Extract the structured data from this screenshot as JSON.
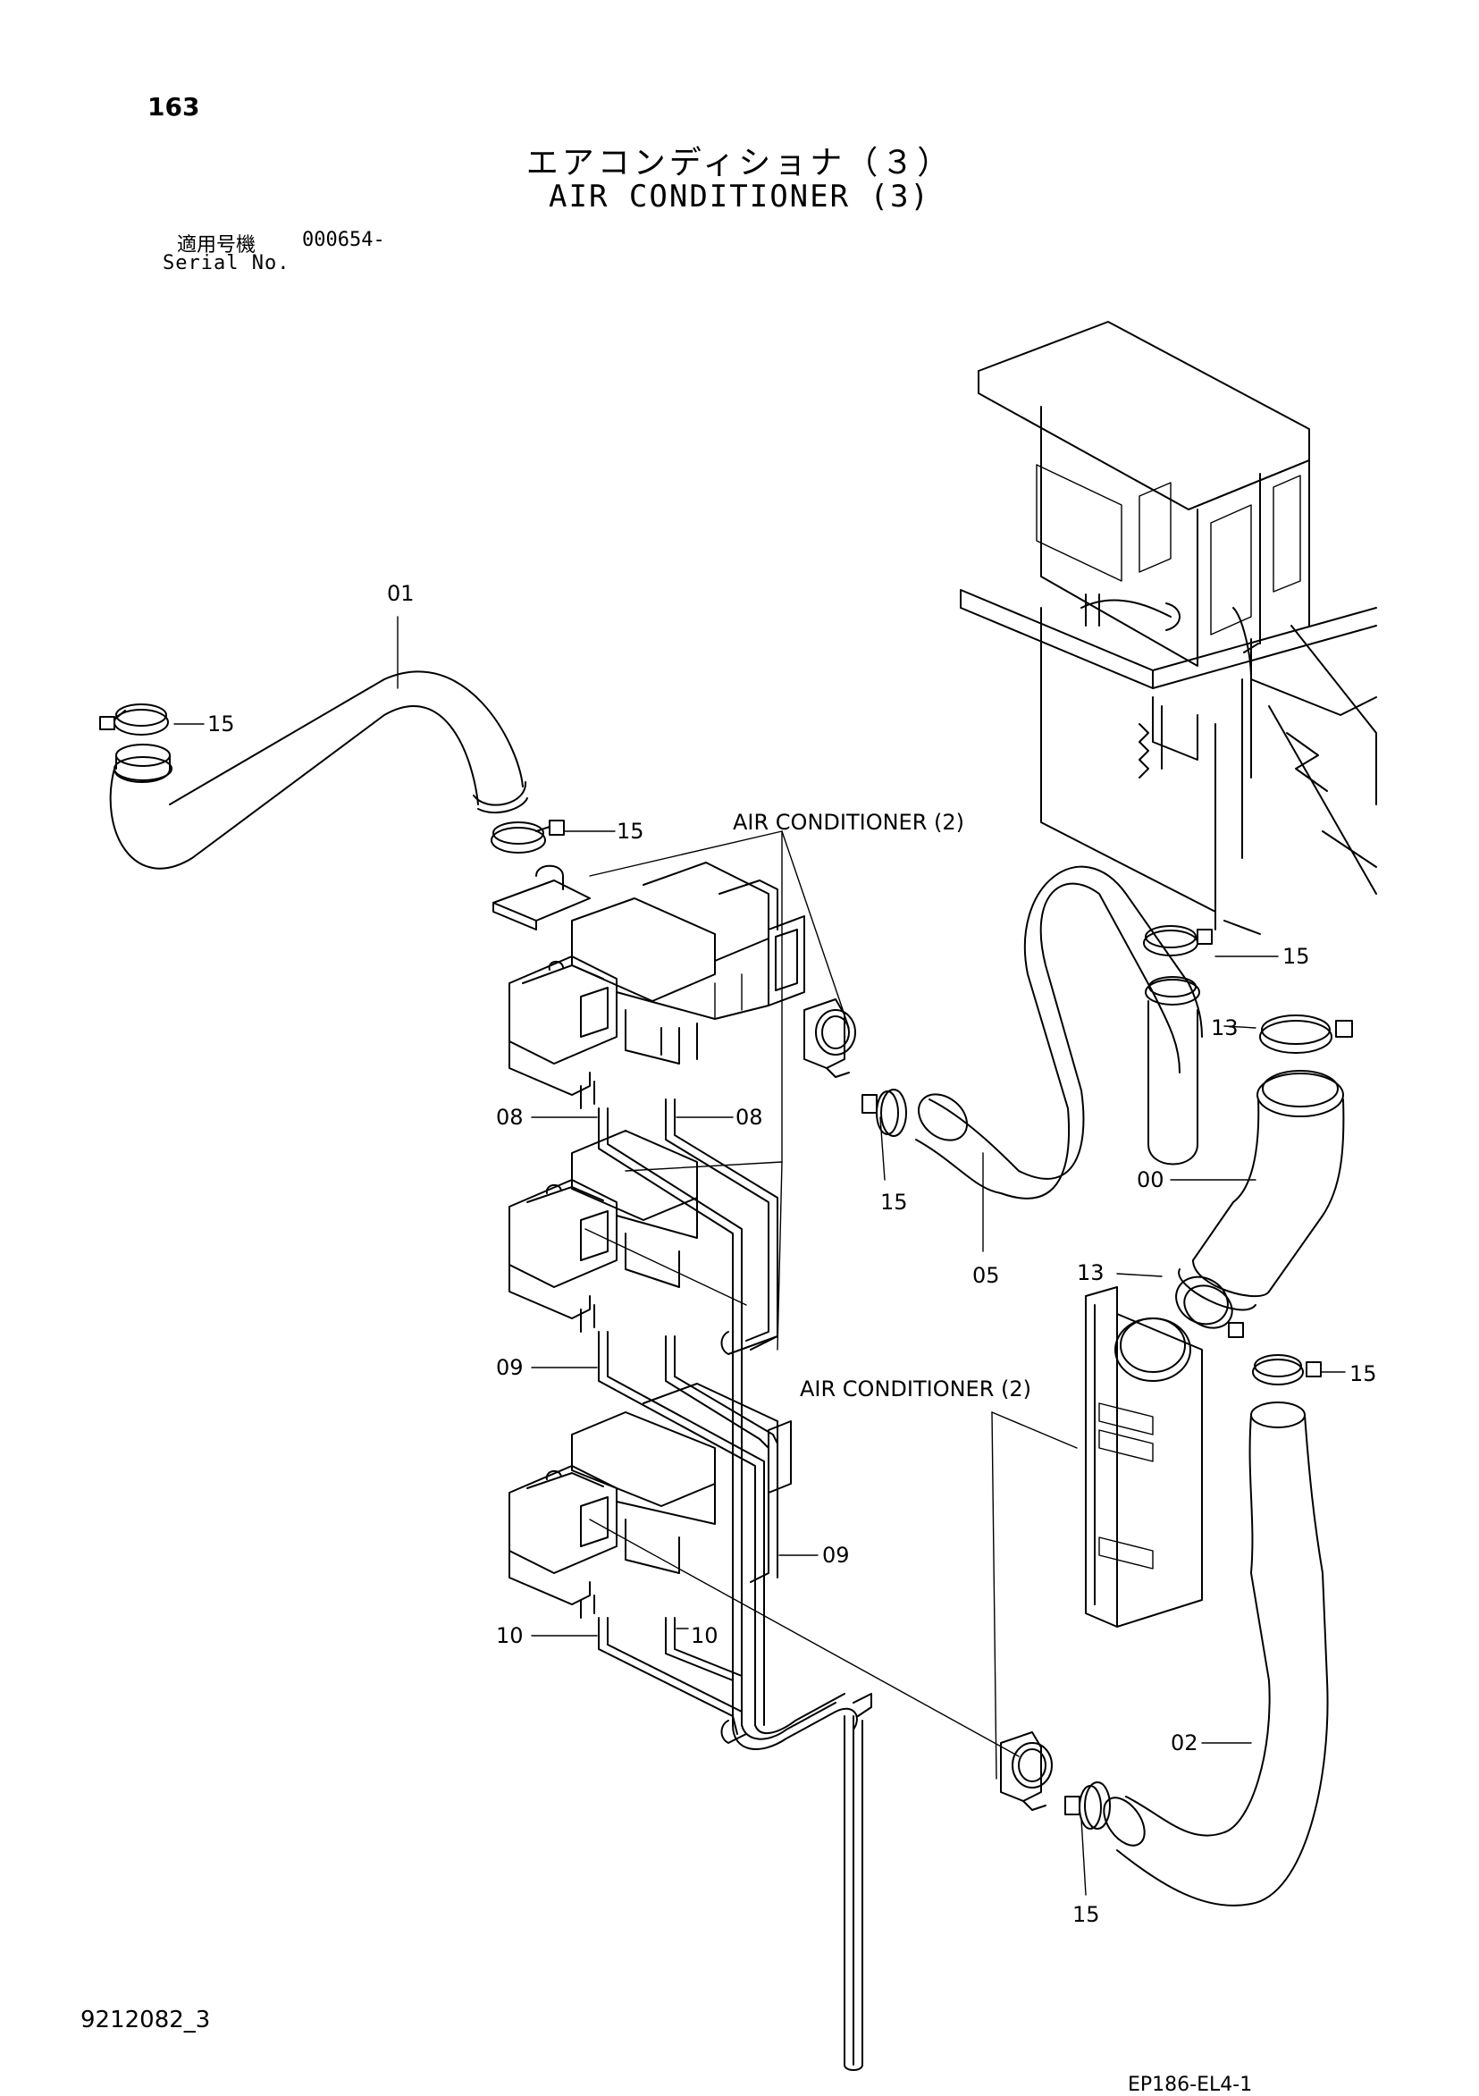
{
  "header": {
    "page_number": "163",
    "title_jp": "エアコンディショナ（３）",
    "title_en": "AIR CONDITIONER (3)",
    "serial_label_jp": "適用号機",
    "serial_value": "000654-",
    "serial_label_en": "Serial No."
  },
  "callouts": {
    "c01": "01",
    "c15_a": "15",
    "c15_b": "15",
    "ref_air_conditioner_2_top": "AIR CONDITIONER (2)",
    "c15_c": "15",
    "c13_a": "13",
    "c08_left": "08",
    "c08_right": "08",
    "c15_d": "15",
    "c00": "00",
    "c05": "05",
    "c13_b": "13",
    "c15_e": "15",
    "c09_left": "09",
    "ref_air_conditioner_2_bottom": "AIR CONDITIONER (2)",
    "c09_right": "09",
    "c10_left": "10",
    "c10_right": "10",
    "c02": "02",
    "c15_f": "15"
  },
  "footer": {
    "drawing_number": "9212082_3",
    "doc_code": "EP186-EL4-1"
  }
}
